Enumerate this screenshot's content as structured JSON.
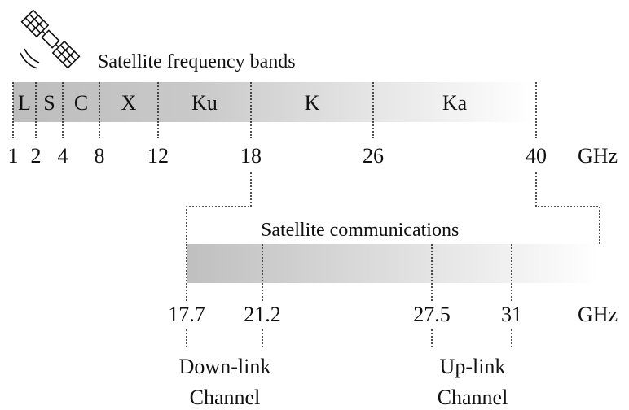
{
  "title": "Satellite frequency bands",
  "icon": "satellite-icon",
  "unit": "GHz",
  "bands": [
    {
      "label": "L",
      "start": 1,
      "end": 2
    },
    {
      "label": "S",
      "start": 2,
      "end": 4
    },
    {
      "label": "C",
      "start": 4,
      "end": 8
    },
    {
      "label": "X",
      "start": 8,
      "end": 12
    },
    {
      "label": "Ku",
      "start": 12,
      "end": 18
    },
    {
      "label": "K",
      "start": 18,
      "end": 26
    },
    {
      "label": "Ka",
      "start": 26,
      "end": 40
    }
  ],
  "top_ticks": [
    "1",
    "2",
    "4",
    "8",
    "12",
    "18",
    "26",
    "40"
  ],
  "satcom": {
    "label": "Satellite communications",
    "ticks": [
      "17.7",
      "21.2",
      "27.5",
      "31"
    ],
    "downlink": {
      "line1": "Down-link",
      "line2": "Channel"
    },
    "uplink": {
      "line1": "Up-link",
      "line2": "Channel"
    }
  },
  "colors": {
    "band_gradient_start": "#bdbdbd",
    "band_gradient_end": "#ffffff",
    "text": "#111111",
    "line": "#222222"
  }
}
